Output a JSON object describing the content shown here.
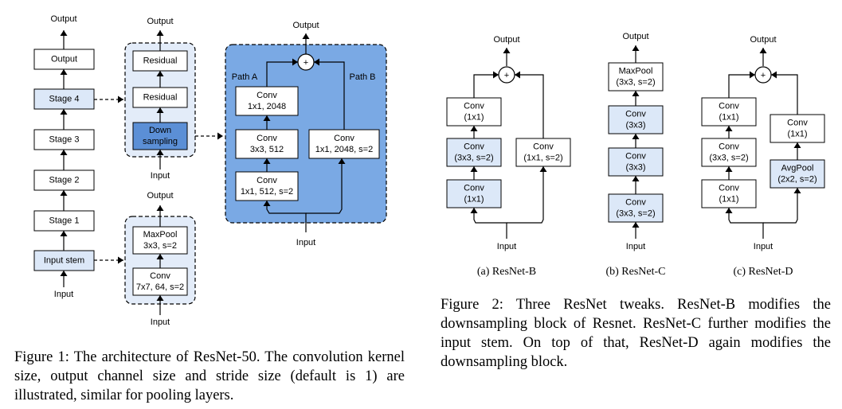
{
  "colors": {
    "light_fill": "#dce8f8",
    "dark_fill": "#5b8fd6",
    "panel_fill": "#7aa9e4",
    "stem_panel_fill": "#e3ecf9",
    "line": "#000000"
  },
  "figure1": {
    "stack": {
      "output_label": "Output",
      "input_label": "Input",
      "blocks": [
        "Output",
        "Stage 4",
        "Stage 3",
        "Stage 2",
        "Stage 1",
        "Input stem"
      ]
    },
    "stage_detail": {
      "output_label": "Output",
      "input_label": "Input",
      "blocks": [
        "Residual",
        "Residual",
        "Down sampling"
      ]
    },
    "stem_detail": {
      "output_label": "Output",
      "input_label": "Input",
      "maxpool": [
        "MaxPool",
        "3x3, s=2"
      ],
      "conv": [
        "Conv",
        "7x7, 64, s=2"
      ]
    },
    "downsampling_detail": {
      "output_label": "Output",
      "input_label": "Input",
      "plus": "+",
      "path_a_label": "Path A",
      "path_b_label": "Path B",
      "path_a": [
        [
          "Conv",
          "1x1, 2048"
        ],
        [
          "Conv",
          "3x3, 512"
        ],
        [
          "Conv",
          "1x1, 512, s=2"
        ]
      ],
      "path_b": [
        "Conv",
        "1x1, 2048, s=2"
      ]
    },
    "caption": "Figure 1: The architecture of ResNet-50. The convolution kernel size, output channel size and stride size (default is 1) are illustrated, similar for pooling layers."
  },
  "figure2": {
    "resnet_b": {
      "output_label": "Output",
      "input_label": "Input",
      "plus": "+",
      "left": [
        [
          "Conv",
          "(1x1)"
        ],
        [
          "Conv",
          "(3x3, s=2)"
        ],
        [
          "Conv",
          "(1x1)"
        ]
      ],
      "right": [
        "Conv",
        "(1x1, s=2)"
      ],
      "subcaption": "(a) ResNet-B"
    },
    "resnet_c": {
      "output_label": "Output",
      "input_label": "Input",
      "blocks": [
        [
          "MaxPool",
          "(3x3, s=2)"
        ],
        [
          "Conv",
          "(3x3)"
        ],
        [
          "Conv",
          "(3x3)"
        ],
        [
          "Conv",
          "(3x3, s=2)"
        ]
      ],
      "subcaption": "(b) ResNet-C"
    },
    "resnet_d": {
      "output_label": "Output",
      "input_label": "Input",
      "plus": "+",
      "left": [
        [
          "Conv",
          "(1x1)"
        ],
        [
          "Conv",
          "(3x3, s=2)"
        ],
        [
          "Conv",
          "(1x1)"
        ]
      ],
      "right": [
        [
          "Conv",
          "(1x1)"
        ],
        [
          "AvgPool",
          "(2x2, s=2)"
        ]
      ],
      "subcaption": "(c) ResNet-D"
    },
    "caption": "Figure 2: Three ResNet tweaks. ResNet-B modifies the downsampling block of Resnet. ResNet-C further modifies the input stem. On top of that, ResNet-D again modifies the downsampling block."
  }
}
